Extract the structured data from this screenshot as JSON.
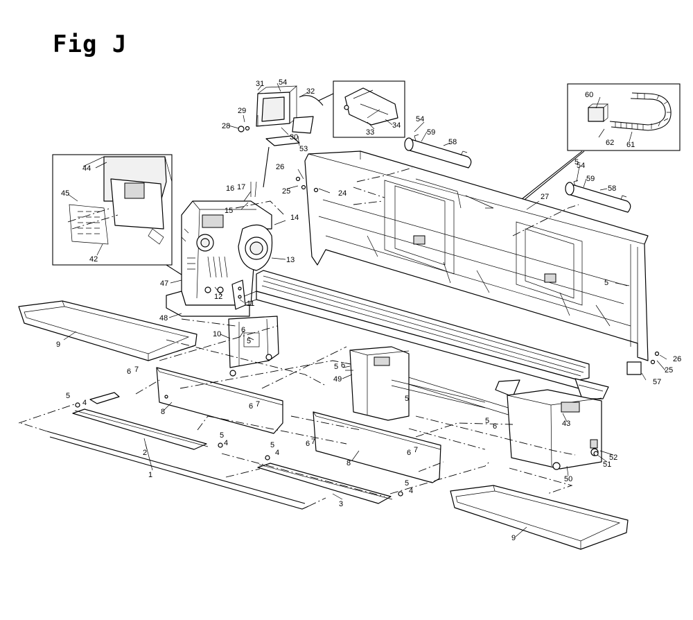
{
  "title": "Fig J",
  "callouts": [
    {
      "label": "1"
    },
    {
      "label": "2"
    },
    {
      "label": "3"
    },
    {
      "label": "4"
    },
    {
      "label": "4"
    },
    {
      "label": "4"
    },
    {
      "label": "4"
    },
    {
      "label": "5"
    },
    {
      "label": "5"
    },
    {
      "label": "5"
    },
    {
      "label": "5"
    },
    {
      "label": "5"
    },
    {
      "label": "5"
    },
    {
      "label": "5"
    },
    {
      "label": "5"
    },
    {
      "label": "5"
    },
    {
      "label": "5"
    },
    {
      "label": "6"
    },
    {
      "label": "6"
    },
    {
      "label": "6"
    },
    {
      "label": "6"
    },
    {
      "label": "6"
    },
    {
      "label": "6"
    },
    {
      "label": "6"
    },
    {
      "label": "7"
    },
    {
      "label": "7"
    },
    {
      "label": "7"
    },
    {
      "label": "7"
    },
    {
      "label": "8"
    },
    {
      "label": "8"
    },
    {
      "label": "9"
    },
    {
      "label": "9"
    },
    {
      "label": "10"
    },
    {
      "label": "11"
    },
    {
      "label": "12"
    },
    {
      "label": "13"
    },
    {
      "label": "14"
    },
    {
      "label": "15"
    },
    {
      "label": "16"
    },
    {
      "label": "17"
    },
    {
      "label": "24"
    },
    {
      "label": "25"
    },
    {
      "label": "25"
    },
    {
      "label": "26"
    },
    {
      "label": "26"
    },
    {
      "label": "27"
    },
    {
      "label": "28"
    },
    {
      "label": "29"
    },
    {
      "label": "30"
    },
    {
      "label": "31"
    },
    {
      "label": "32"
    },
    {
      "label": "33"
    },
    {
      "label": "34"
    },
    {
      "label": "42"
    },
    {
      "label": "43"
    },
    {
      "label": "44"
    },
    {
      "label": "45"
    },
    {
      "label": "47"
    },
    {
      "label": "48"
    },
    {
      "label": "49"
    },
    {
      "label": "50"
    },
    {
      "label": "51"
    },
    {
      "label": "52"
    },
    {
      "label": "53"
    },
    {
      "label": "54"
    },
    {
      "label": "54"
    },
    {
      "label": "54"
    },
    {
      "label": "57"
    },
    {
      "label": "58"
    },
    {
      "label": "58"
    },
    {
      "label": "59"
    },
    {
      "label": "59"
    },
    {
      "label": "60"
    },
    {
      "label": "61"
    },
    {
      "label": "62"
    }
  ]
}
